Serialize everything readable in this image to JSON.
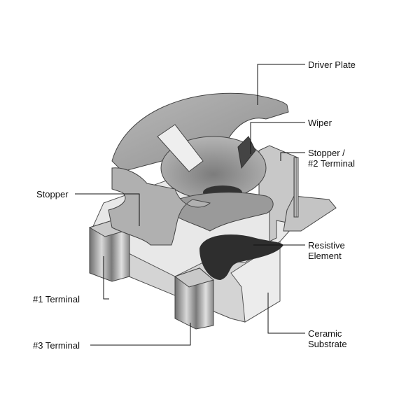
{
  "labels": {
    "driver_plate": "Driver Plate",
    "wiper": "Wiper",
    "stopper_2_line1": "Stopper /",
    "stopper_2_line2": "#2 Terminal",
    "stopper": "Stopper",
    "resistive_line1": "Resistive",
    "resistive_line2": "Element",
    "terminal_1": "#1 Terminal",
    "terminal_3": "#3 Terminal",
    "ceramic_line1": "Ceramic",
    "ceramic_line2": "Substrate"
  }
}
